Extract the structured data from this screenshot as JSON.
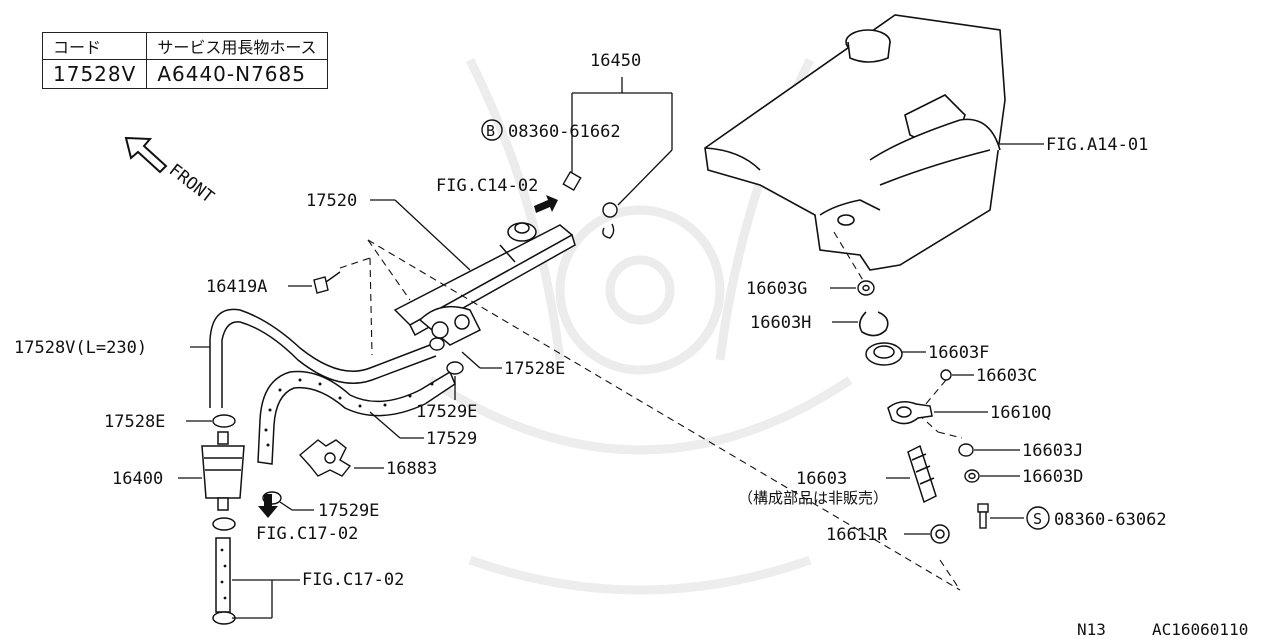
{
  "code_table": {
    "header": [
      "コード",
      "サービス用長物ホース"
    ],
    "row": [
      "17528V",
      "A6440-N7685"
    ]
  },
  "front_label": "FRONT",
  "callouts": {
    "p16450": "16450",
    "b08360_61662": "08360-61662",
    "b_mark": "B",
    "fig_c14_02": "FIG.C14-02",
    "p17520": "17520",
    "fig_a14_01": "FIG.A14-01",
    "p16419a": "16419A",
    "p17528v": "17528V(L=230)",
    "p17528e_right": "17528E",
    "p17529e_upper": "17529E",
    "p17529": "17529",
    "p17528e_left": "17528E",
    "p16883": "16883",
    "p16400": "16400",
    "p17529e_lower": "17529E",
    "fig_c17_02_a": "FIG.C17-02",
    "fig_c17_02_b": "FIG.C17-02",
    "p16603g": "16603G",
    "p16603h": "16603H",
    "p16603f": "16603F",
    "p16603c": "16603C",
    "p16610q": "16610Q",
    "p16603j": "16603J",
    "p16603d": "16603D",
    "p16603": "16603",
    "not_sold": "（構成部品は非販売）",
    "s08360_63062": "08360-63062",
    "s_mark": "S",
    "p16611r": "16611R"
  },
  "footer": {
    "section": "N13",
    "code": "AC16060110"
  }
}
